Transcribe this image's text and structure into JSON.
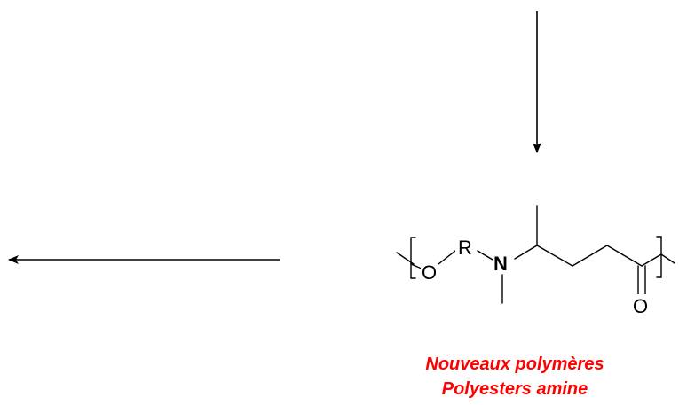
{
  "molecule": {
    "atoms": {
      "oxygen_backbone": "O",
      "r_group": "R",
      "nitrogen": "N",
      "carbonyl_oxygen": "O"
    }
  },
  "caption": {
    "line1": "Nouveaux polymères",
    "line2": "Polyesters amine",
    "color": "#ff0000"
  },
  "colors": {
    "ink": "#000000"
  }
}
